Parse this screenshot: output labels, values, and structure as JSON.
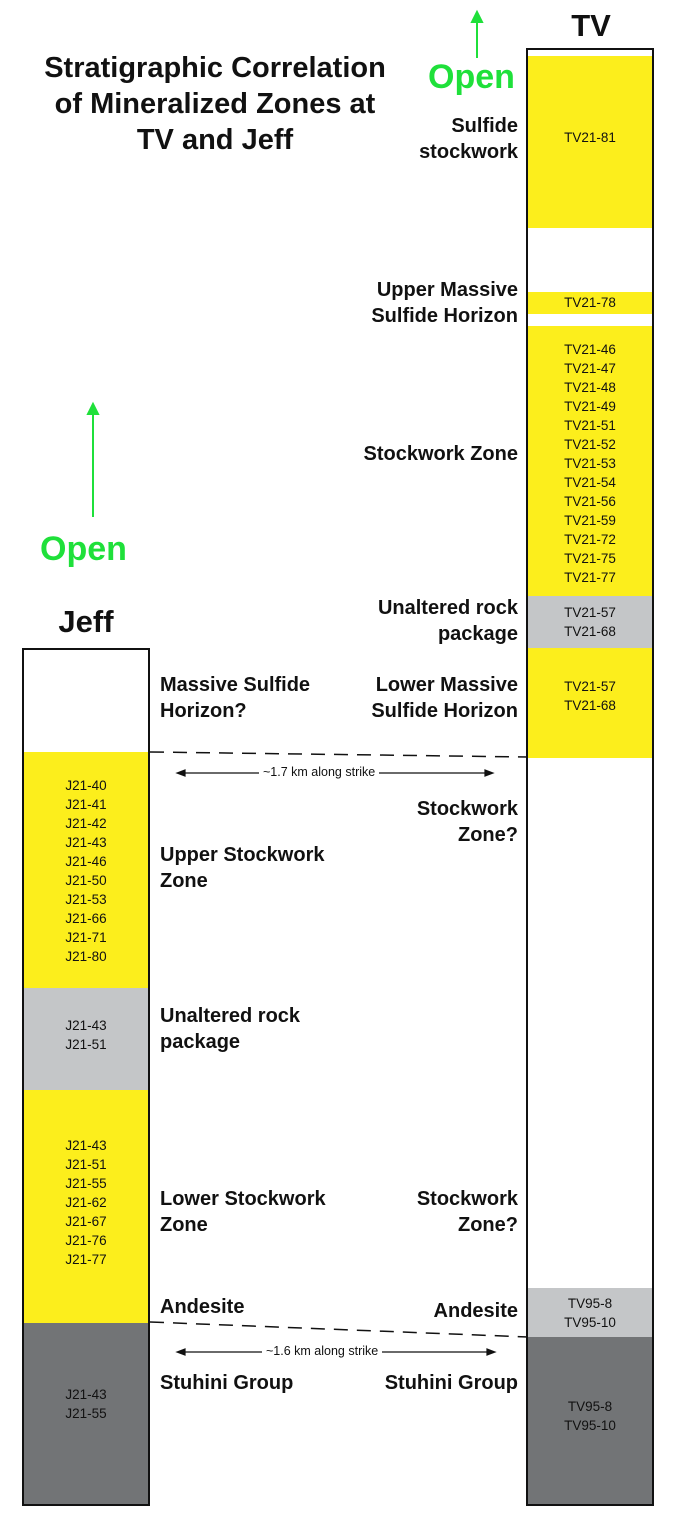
{
  "title": [
    "Stratigraphic Correlation",
    "of Mineralized Zones at",
    "TV and Jeff"
  ],
  "columns": {
    "tv": "TV",
    "jeff": "Jeff"
  },
  "open_label": "Open",
  "colors": {
    "yellow": "#fcee1c",
    "light_gray": "#c4c6c8",
    "dark_gray": "#727476",
    "open_green": "#1fe03a"
  },
  "tv_column": [
    {
      "fill": "white",
      "ids": []
    },
    {
      "fill": "yellow",
      "ids": [
        "TV21-81"
      ]
    },
    {
      "fill": "white",
      "ids": []
    },
    {
      "fill": "yellow",
      "ids": [
        "TV21-78"
      ]
    },
    {
      "fill": "white",
      "ids": []
    },
    {
      "fill": "yellow",
      "ids": [
        "TV21-46",
        "TV21-47",
        "TV21-48",
        "TV21-49",
        "TV21-51",
        "TV21-52",
        "TV21-53",
        "TV21-54",
        "TV21-56",
        "TV21-59",
        "TV21-72",
        "TV21-75",
        "TV21-77"
      ]
    },
    {
      "fill": "light_gray",
      "ids": [
        "TV21-57",
        "TV21-68"
      ]
    },
    {
      "fill": "yellow",
      "ids": [
        "TV21-57",
        "TV21-68"
      ]
    },
    {
      "fill": "white",
      "ids": []
    },
    {
      "fill": "light_gray",
      "ids": [
        "TV95-8",
        "TV95-10"
      ]
    },
    {
      "fill": "dark_gray",
      "ids": [
        "TV95-8",
        "TV95-10"
      ]
    }
  ],
  "jeff_column": [
    {
      "fill": "white",
      "ids": []
    },
    {
      "fill": "yellow",
      "ids": [
        "J21-40",
        "J21-41",
        "J21-42",
        "J21-43",
        "J21-46",
        "J21-50",
        "J21-53",
        "J21-66",
        "J21-71",
        "J21-80"
      ]
    },
    {
      "fill": "light_gray",
      "ids": [
        "J21-43",
        "J21-51"
      ]
    },
    {
      "fill": "yellow",
      "ids": [
        "J21-43",
        "J21-51",
        "J21-55",
        "J21-62",
        "J21-67",
        "J21-76",
        "J21-77"
      ]
    },
    {
      "fill": "dark_gray",
      "ids": [
        "J21-43",
        "J21-55"
      ]
    }
  ],
  "tv_labels": {
    "sulfide_stockwork": [
      "Sulfide",
      "stockwork"
    ],
    "upper_massive": [
      "Upper Massive",
      "Sulfide Horizon"
    ],
    "stockwork_zone": [
      "Stockwork Zone"
    ],
    "unaltered": [
      "Unaltered rock",
      "package"
    ],
    "lower_massive": [
      "Lower Massive",
      "Sulfide Horizon"
    ],
    "stockwork_q1": [
      "Stockwork",
      "Zone?"
    ],
    "stockwork_q2": [
      "Stockwork",
      "Zone?"
    ],
    "andesite": [
      "Andesite"
    ],
    "stuhini": [
      "Stuhini Group"
    ]
  },
  "jeff_labels": {
    "massive": [
      "Massive Sulfide",
      "Horizon?"
    ],
    "upper_stockwork": [
      "Upper Stockwork",
      "Zone"
    ],
    "unaltered": [
      "Unaltered rock",
      "package"
    ],
    "lower_stockwork": [
      "Lower Stockwork",
      "Zone"
    ],
    "andesite": [
      "Andesite"
    ],
    "stuhini": [
      "Stuhini Group"
    ]
  },
  "strike": {
    "upper": "~1.7 km along strike",
    "lower": "~1.6 km along strike"
  }
}
